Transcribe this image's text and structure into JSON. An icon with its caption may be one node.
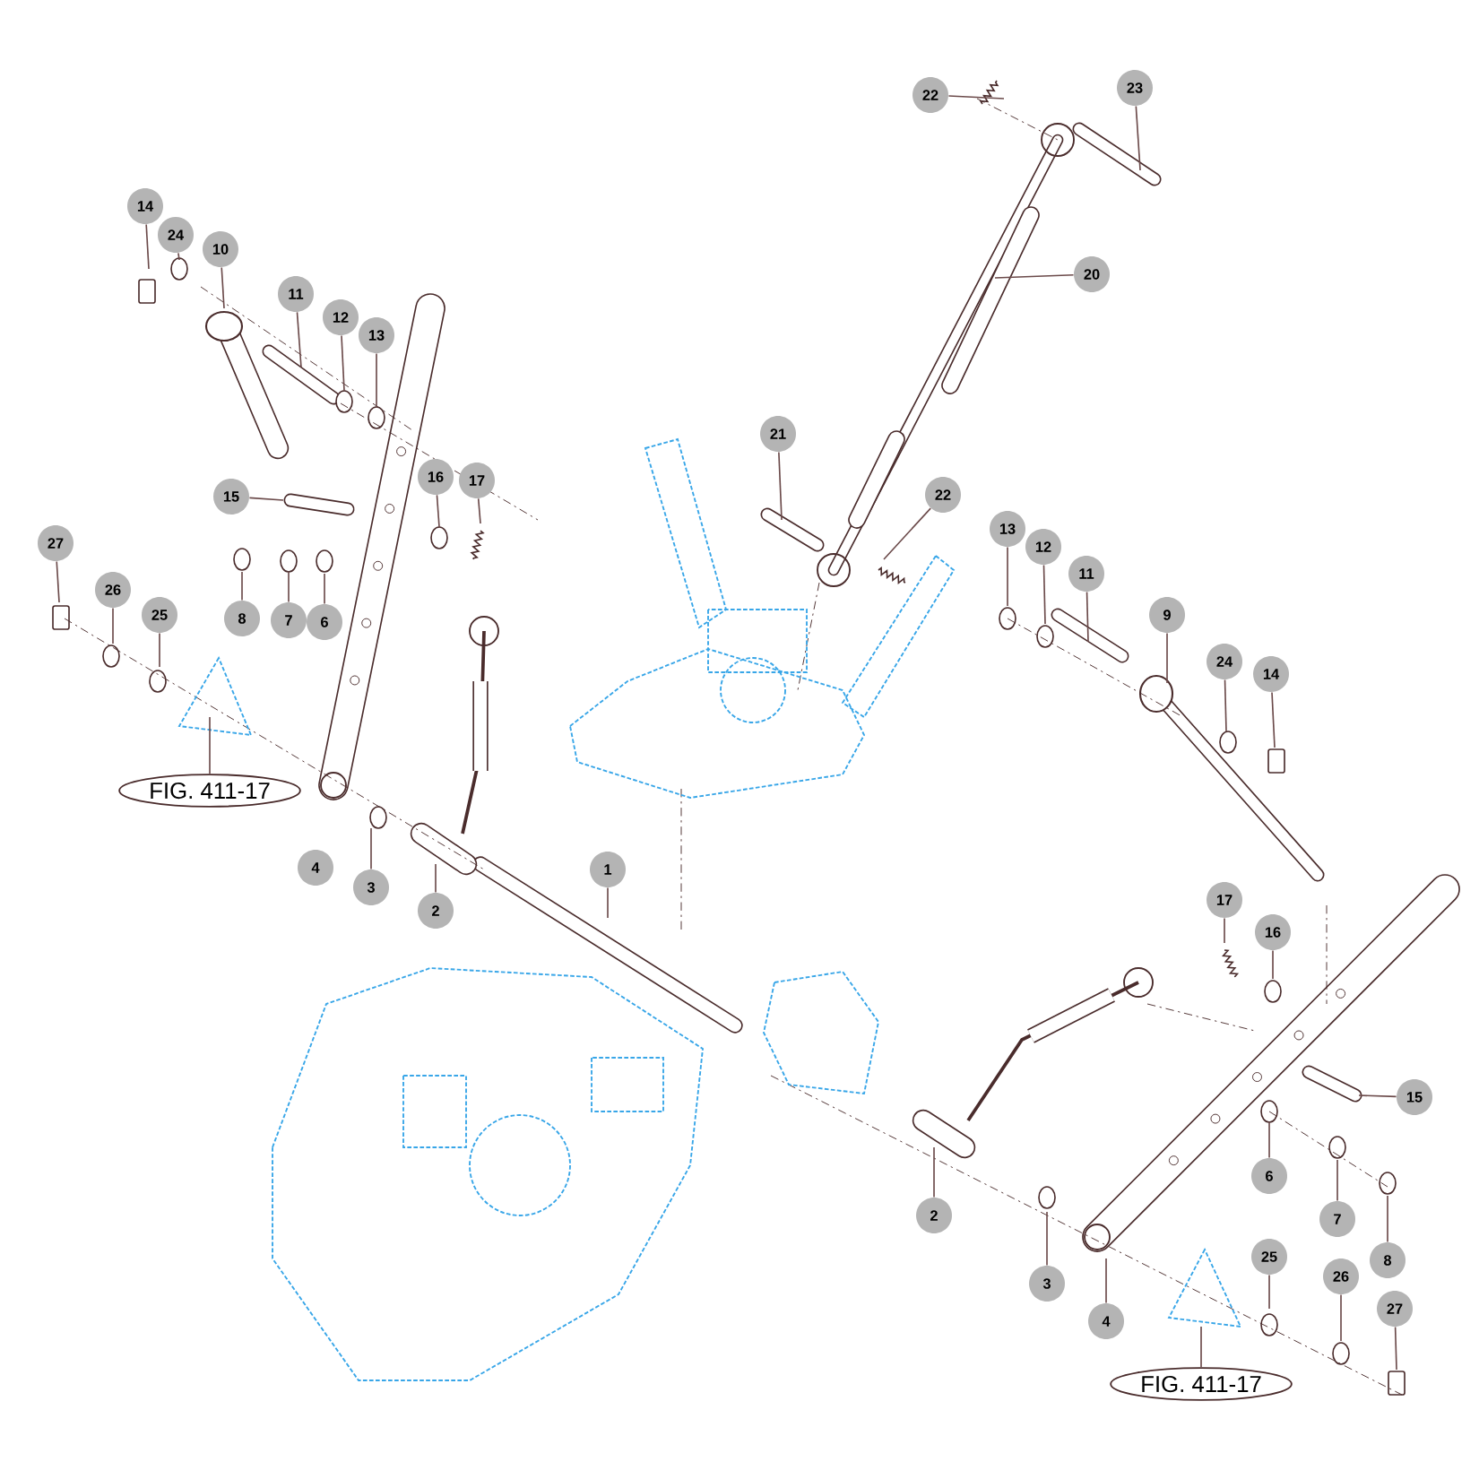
{
  "diagram": {
    "nodes": [
      {
        "text": [
          "22"
        ]
      },
      {
        "text": [
          "23"
        ]
      },
      {
        "text": [
          "14"
        ]
      },
      {
        "text": [
          "24"
        ]
      },
      {
        "text": [
          "10"
        ]
      },
      {
        "text": [
          "20"
        ]
      },
      {
        "text": [
          "11"
        ]
      },
      {
        "text": [
          "12"
        ]
      },
      {
        "text": [
          "13"
        ]
      },
      {
        "text": [
          "21"
        ]
      },
      {
        "text": [
          "16"
        ]
      },
      {
        "text": [
          "17"
        ]
      },
      {
        "text": [
          "22"
        ]
      },
      {
        "text": [
          "15"
        ]
      },
      {
        "text": [
          "13"
        ]
      },
      {
        "text": [
          "27"
        ]
      },
      {
        "text": [
          "12"
        ]
      },
      {
        "text": [
          "11"
        ]
      },
      {
        "text": [
          "26"
        ]
      },
      {
        "text": [
          "9"
        ]
      },
      {
        "text": [
          "25"
        ]
      },
      {
        "text": [
          "8"
        ]
      },
      {
        "text": [
          "7"
        ]
      },
      {
        "text": [
          "6"
        ]
      },
      {
        "text": [
          "24"
        ]
      },
      {
        "text": [
          "14"
        ]
      },
      {
        "text": [
          "FIG. 411-17"
        ]
      },
      {
        "text": [
          "1"
        ]
      },
      {
        "text": [
          "4"
        ]
      },
      {
        "text": [
          "3"
        ]
      },
      {
        "text": [
          "17"
        ]
      },
      {
        "text": [
          "2"
        ]
      },
      {
        "text": [
          "16"
        ]
      },
      {
        "text": [
          "15"
        ]
      },
      {
        "text": [
          "6"
        ]
      },
      {
        "text": [
          "7"
        ]
      },
      {
        "text": [
          "2"
        ]
      },
      {
        "text": [
          "8"
        ]
      },
      {
        "text": [
          "25"
        ]
      },
      {
        "text": [
          "3"
        ]
      },
      {
        "text": [
          "26"
        ]
      },
      {
        "text": [
          "4"
        ]
      },
      {
        "text": [
          "27"
        ]
      },
      {
        "text": [
          "FIG. 411-17"
        ]
      }
    ],
    "edges": [
      {
        "from": 0,
        "to": null,
        "arrow": "none"
      },
      {
        "from": 1,
        "to": null,
        "arrow": "none"
      },
      {
        "from": 2,
        "to": null,
        "arrow": "none"
      },
      {
        "from": 3,
        "to": null,
        "arrow": "none"
      },
      {
        "from": 4,
        "to": null,
        "arrow": "none"
      },
      {
        "from": 5,
        "to": null,
        "arrow": "none"
      },
      {
        "from": 6,
        "to": null,
        "arrow": "none"
      },
      {
        "from": 7,
        "to": null,
        "arrow": "none"
      },
      {
        "from": 8,
        "to": null,
        "arrow": "none"
      },
      {
        "from": 9,
        "to": null,
        "arrow": "none"
      },
      {
        "from": 10,
        "to": null,
        "arrow": "none"
      },
      {
        "from": 11,
        "to": null,
        "arrow": "none"
      },
      {
        "from": 12,
        "to": null,
        "arrow": "none"
      },
      {
        "from": 13,
        "to": null,
        "arrow": "none"
      },
      {
        "from": 14,
        "to": null,
        "arrow": "none"
      },
      {
        "from": 15,
        "to": null,
        "arrow": "none"
      },
      {
        "from": 16,
        "to": null,
        "arrow": "none"
      },
      {
        "from": 17,
        "to": null,
        "arrow": "none"
      },
      {
        "from": 18,
        "to": null,
        "arrow": "none"
      },
      {
        "from": 19,
        "to": null,
        "arrow": "none"
      },
      {
        "from": 20,
        "to": null,
        "arrow": "none"
      },
      {
        "from": 21,
        "to": null,
        "arrow": "none"
      },
      {
        "from": 22,
        "to": null,
        "arrow": "none"
      },
      {
        "from": 23,
        "to": null,
        "arrow": "none"
      },
      {
        "from": 24,
        "to": null,
        "arrow": "none"
      },
      {
        "from": 25,
        "to": null,
        "arrow": "none"
      },
      {
        "from": 26,
        "to": null,
        "arrow": "none"
      },
      {
        "from": 27,
        "to": null,
        "arrow": "none"
      },
      {
        "from": 29,
        "to": null,
        "arrow": "none"
      },
      {
        "from": 30,
        "to": null,
        "arrow": "none"
      },
      {
        "from": 31,
        "to": null,
        "arrow": "none"
      },
      {
        "from": 32,
        "to": null,
        "arrow": "none"
      },
      {
        "from": 33,
        "to": null,
        "arrow": "none"
      },
      {
        "from": 34,
        "to": null,
        "arrow": "none"
      },
      {
        "from": 35,
        "to": null,
        "arrow": "none"
      },
      {
        "from": 36,
        "to": null,
        "arrow": "none"
      },
      {
        "from": 37,
        "to": null,
        "arrow": "none"
      },
      {
        "from": 38,
        "to": null,
        "arrow": "none"
      },
      {
        "from": 39,
        "to": null,
        "arrow": "none"
      },
      {
        "from": 40,
        "to": null,
        "arrow": "none"
      },
      {
        "from": 41,
        "to": null,
        "arrow": "none"
      },
      {
        "from": 42,
        "to": null,
        "arrow": "none"
      },
      {
        "from": 43,
        "to": null,
        "arrow": "none"
      }
    ]
  }
}
